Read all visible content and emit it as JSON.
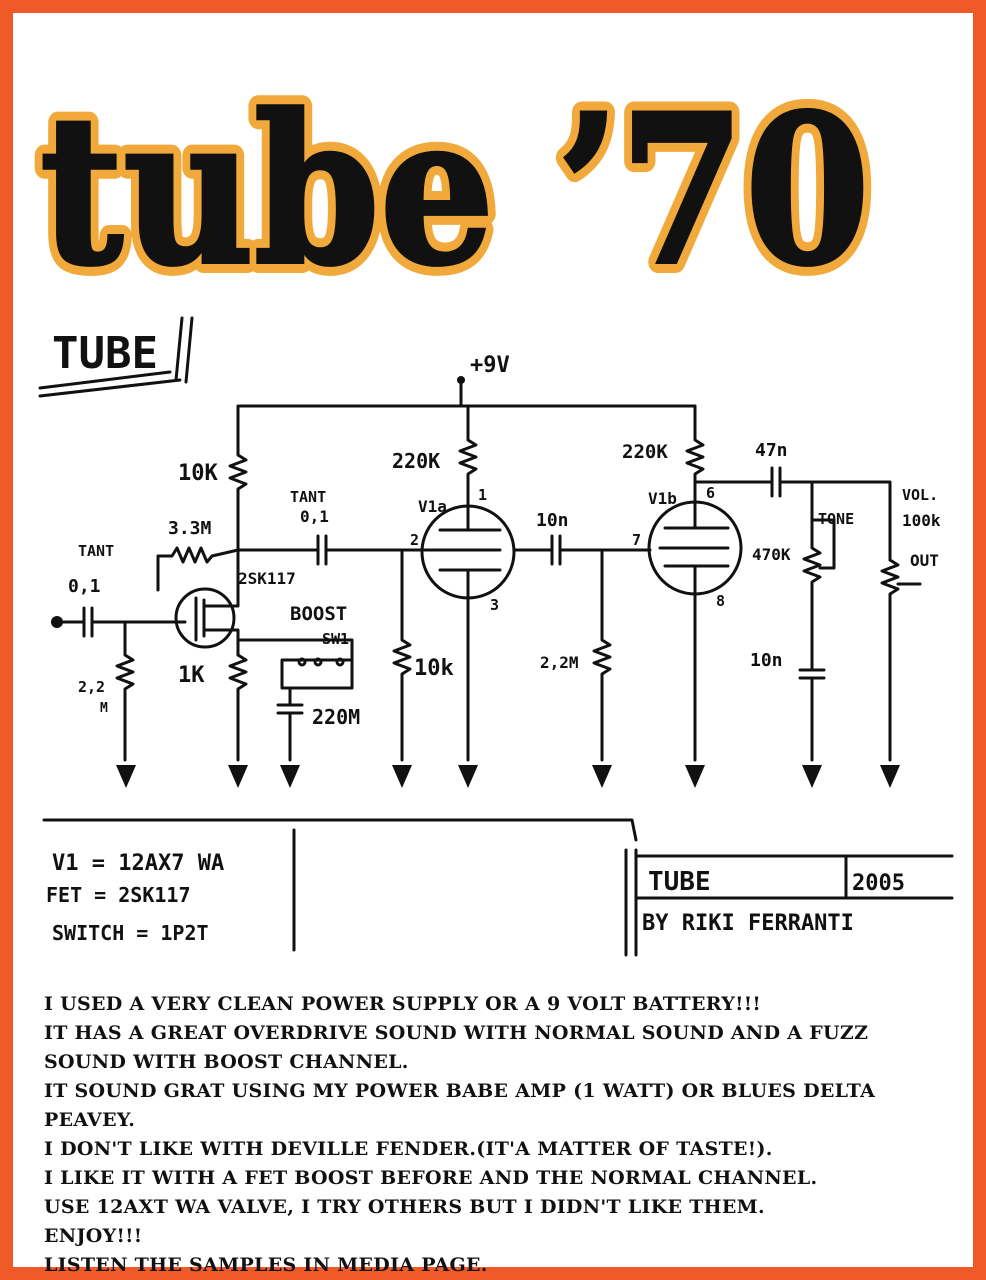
{
  "header": {
    "title": "tube ’70",
    "fill_color": "#111111",
    "outline_color": "#f2a93b"
  },
  "frame_color": "#f05a28",
  "schematic": {
    "section_title": "TUBE",
    "supply_label": "+9V",
    "labels": {
      "r_10k_top": "10K",
      "r_3m3": "3.3M",
      "tant_in": "TANT",
      "cap_in": "0,1",
      "fet": "2SK117",
      "tant_mid": "TANT",
      "cap_mid": "0,1",
      "boost": "BOOST",
      "sw1": "SW1",
      "r_1k": "1K",
      "r_2m2_in": "2,2",
      "r_2m2_in_unit": "M",
      "cap_220": "220M",
      "r_10k_grid": "10k",
      "r_220k_a": "220K",
      "v1a": "V1a",
      "pin1": "1",
      "pin2": "2",
      "pin3": "3",
      "cap_10n_mid": "10n",
      "r_2m2_mid": "2,2M",
      "r_220k_b": "220K",
      "v1b": "V1b",
      "pin6": "6",
      "pin7": "7",
      "pin8": "8",
      "cap_47n": "47n",
      "tone": "TONE",
      "r_470k": "470K",
      "cap_10n_tone": "10n",
      "vol": "VOL.",
      "vol_value": "100k",
      "out": "OUT"
    },
    "parts_list": [
      "V1 = 12AX7   WA",
      "FET = 2SK117",
      "SWITCH = 1P2T"
    ],
    "title_block": {
      "name": "TUBE",
      "year": "2005",
      "author": "BY RIKI FERRANTI"
    }
  },
  "notes": [
    "I USED A VERY CLEAN POWER SUPPLY OR A 9 VOLT BATTERY!!!",
    "IT HAS A GREAT OVERDRIVE SOUND WITH NORMAL SOUND AND A FUZZ SOUND WITH BOOST CHANNEL.",
    "IT SOUND GRAT USING MY POWER BABE AMP (1 WATT) OR BLUES DELTA PEAVEY.",
    "I DON'T LIKE WITH DEVILLE FENDER.(IT'A MATTER OF TASTE!).",
    "I LIKE IT WITH A FET BOOST BEFORE AND THE NORMAL CHANNEL.",
    "USE 12AXT WA VALVE, I TRY OTHERS BUT I DIDN'T LIKE THEM.",
    "ENJOY!!!",
    "LISTEN THE SAMPLES IN MEDIA PAGE."
  ]
}
